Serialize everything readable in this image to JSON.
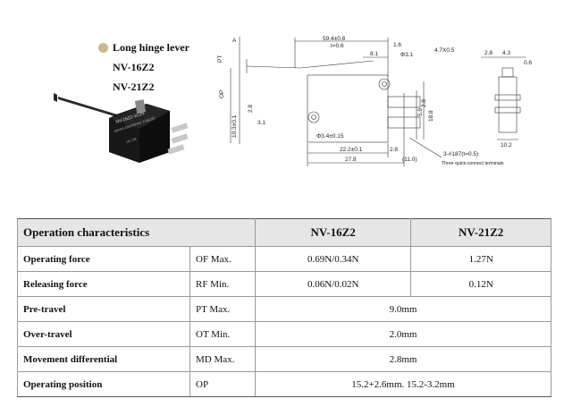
{
  "product": {
    "lever_type": "Long hinge lever",
    "models": [
      "NV-16Z2",
      "NV-21Z2"
    ],
    "photo_label": [
      "NV-16Z2-1C25",
      "16A(H) 125/250VAC T105/25T",
      "UL CE"
    ]
  },
  "drawing": {
    "dims": {
      "overall_len": "59.4±0.8",
      "lever_t": "t=0.6",
      "lever_w": "8.1",
      "tab_thk": "1.6",
      "hole_dia": "Φ3.1",
      "tab_len": "4.7X0.5",
      "pt": "PT",
      "op": "OP",
      "a": "A",
      "h_103": "10.3±0.1",
      "h_28a": "2.8",
      "pin": "3.1",
      "mount_hole": "Φ3.4±0.15",
      "h_59": "5.9",
      "h_188": "18.8",
      "h_28b": "2.8",
      "pitch": "22.2±0.1",
      "term_off": "2.8",
      "body_len": "27.8",
      "term_len": "(11.0)",
      "side_w": "2.8",
      "side_43": "4.3",
      "side_06": "0.6",
      "side_102": "10.2"
    },
    "terminal_note": "3-#187(t=0.5)",
    "terminal_caption": "Three quick-connect terminals"
  },
  "table": {
    "header": {
      "characteristics": "Operation characteristics",
      "model1": "NV-16Z2",
      "model2": "NV-21Z2"
    },
    "rows": [
      {
        "name": "Operating force",
        "symbol": "OF Max.",
        "v1": "0.69N/0.34N",
        "v2": "1.27N"
      },
      {
        "name": "Releasing force",
        "symbol": "RF Min.",
        "v1": "0.06N/0.02N",
        "v2": "0.12N"
      },
      {
        "name": "Pre-travel",
        "symbol": "PT Max.",
        "shared": "9.0mm"
      },
      {
        "name": "Over-travel",
        "symbol": "OT Min.",
        "shared": "2.0mm"
      },
      {
        "name": "Movement differential",
        "symbol": "MD Max.",
        "shared": "2.8mm"
      },
      {
        "name": "Operating position",
        "symbol": "OP",
        "shared": "15.2+2.6mm. 15.2-3.2mm"
      }
    ]
  }
}
